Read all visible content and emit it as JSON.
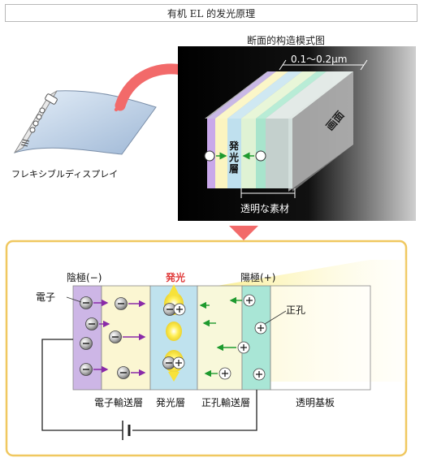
{
  "header": {
    "title": "有机 EL 的发光原理"
  },
  "top": {
    "cross_section_caption": "断面的构造模式图",
    "device_label": "フレキシブルディスプレイ",
    "thickness_label": "0.1〜0.2μm",
    "screen_label": "画面",
    "emit_layer_label": "発光層",
    "transparent_label": "透明な素材",
    "minus": "−",
    "plus": "+"
  },
  "bottom": {
    "cathode_label": "陰極(−)",
    "emission_label": "発光",
    "anode_label": "陽極(+)",
    "electron_label": "電子",
    "hole_label": "正孔",
    "layer_labels": [
      "電子輸送層",
      "発光層",
      "正孔輸送層",
      "透明基板"
    ],
    "minus": "−",
    "plus": "+"
  },
  "colors": {
    "cathode": "#cdb6e6",
    "electron_transport": "#fbf6d2",
    "emit_layer": "#bfe2ee",
    "hole_transport": "#f8f8da",
    "anode": "#a9e6d6",
    "frame": "#f0c860",
    "arrow_pink": "#f26a6a",
    "glow": "#f7e23a"
  }
}
